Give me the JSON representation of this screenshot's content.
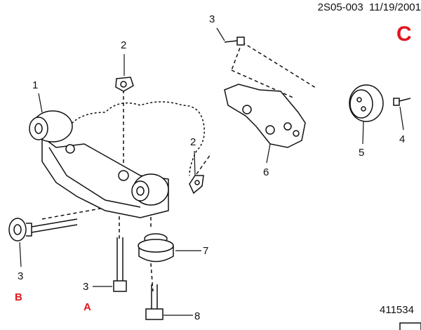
{
  "header": {
    "doc_code": "2S05-003",
    "date": "11/19/2001"
  },
  "view_letter": "C",
  "figure_number": "411534",
  "callouts": [
    {
      "id": "bolt-top",
      "text": "3"
    },
    {
      "id": "nut-top",
      "text": "2"
    },
    {
      "id": "bushing-front",
      "text": "1"
    },
    {
      "id": "nut-right",
      "text": "2"
    },
    {
      "id": "bracket",
      "text": "6"
    },
    {
      "id": "bushing-c",
      "text": "5"
    },
    {
      "id": "bolt-c",
      "text": "4"
    },
    {
      "id": "bolt-b",
      "text": "3"
    },
    {
      "id": "bolt-a",
      "text": "3"
    },
    {
      "id": "mount",
      "text": "7"
    },
    {
      "id": "bolt-bottom",
      "text": "8"
    }
  ],
  "view_labels": {
    "b": "B",
    "a": "A"
  }
}
